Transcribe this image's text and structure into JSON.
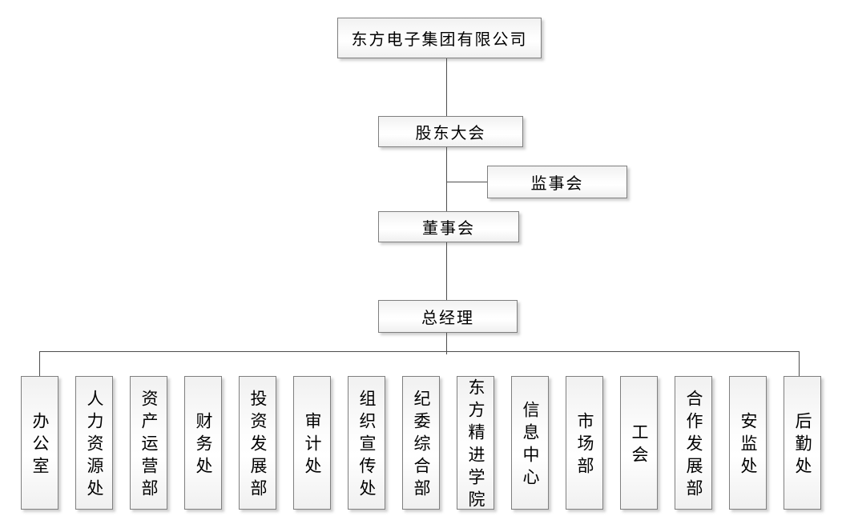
{
  "org": {
    "nodes": {
      "company": {
        "label": "东方电子集团有限公司"
      },
      "shareholders_meeting": {
        "label": "股东大会"
      },
      "supervisory_board": {
        "label": "监事会"
      },
      "board_of_directors": {
        "label": "董事会"
      },
      "general_manager": {
        "label": "总经理"
      }
    },
    "hierarchy": [
      "东方电子集团有限公司",
      "股东大会",
      "董事会",
      "总经理"
    ],
    "side_branch_of_shareholders": "监事会",
    "departments": [
      "办公室",
      "人力资源处",
      "资产运营部",
      "财务处",
      "投资发展部",
      "审计处",
      "组织宣传处",
      "纪委综合部",
      "东方精进学院",
      "信息中心",
      "市场部",
      "工会",
      "合作发展部",
      "安监处",
      "后勤处"
    ],
    "colors": {
      "background": "#ffffff",
      "box_border": "#7f7f7f",
      "box_fill_top": "#f1f1f1",
      "box_fill_middle": "#ffffff",
      "box_fill_bottom": "#f0f0f0",
      "connector_line": "#4d4d4d",
      "text": "#000000",
      "shadow": "#969696"
    }
  }
}
